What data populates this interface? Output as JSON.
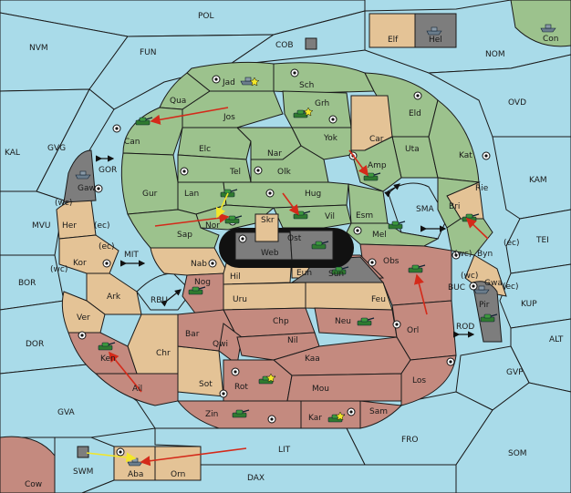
{
  "colors": {
    "sea": "#a9dbe9",
    "green_power": "#9cc28d",
    "tan_power": "#e4c396",
    "red_power": "#c48a7f",
    "impassable": "#7d7d7d",
    "order_red": "#d42a1a",
    "order_yellow": "#f2e62a"
  },
  "icons": {
    "army": "tank-icon",
    "fleet": "ship-icon",
    "supply_center": "supply-center-icon",
    "star": "star-icon",
    "bidirectional_link": "double-arrow-icon"
  },
  "labels": {
    "POL": "POL",
    "NVM": "NVM",
    "FUN": "FUN",
    "COB": "COB",
    "NOM": "NOM",
    "Con": "Con",
    "Elf": "Elf",
    "Hel": "Hel",
    "OVD": "OVD",
    "KAL": "KAL",
    "GVG": "GVG",
    "GOR": "GOR",
    "KAM": "KAM",
    "MVU": "MVU",
    "TEI": "TEI",
    "BOR": "BOR",
    "MIT": "MIT",
    "RBU": "RBU",
    "SMA": "SMA",
    "BUC": "BUC",
    "KUP": "KUP",
    "ROD": "ROD",
    "ALT": "ALT",
    "DOR": "DOR",
    "GVP": "GVP",
    "GVA": "GVA",
    "FRO": "FRO",
    "LIT": "LIT",
    "SOM": "SOM",
    "SWM": "SWM",
    "DAX": "DAX",
    "Cow": "Cow",
    "Jad": "Jad",
    "Sch": "Sch",
    "Qua": "Qua",
    "Jos": "Jos",
    "Grh": "Grh",
    "Can": "Can",
    "Eld": "Eld",
    "Yok": "Yok",
    "Car": "Car",
    "Elc": "Elc",
    "Nar": "Nar",
    "Uta": "Uta",
    "Kat": "Kat",
    "Amp": "Amp",
    "Tel": "Tel",
    "Olk": "Olk",
    "Gaw": "Gaw",
    "Gur": "Gur",
    "Lan": "Lan",
    "Hug": "Hug",
    "Rie": "Rie",
    "Bri": "Bri",
    "Esm": "Esm",
    "Vil": "Vil",
    "Nor": "Nor",
    "Skr": "Skr",
    "Her": "Her",
    "wc": "(wc)",
    "ec": "(ec)",
    "Ost": "Ost",
    "Mel": "Mel",
    "Sap": "Sap",
    "Web": "Web",
    "Kor": "Kor",
    "Byn": "Byn",
    "Nab": "Nab",
    "Hil": "Hil",
    "Eun": "Eun",
    "Sun": "Sun",
    "Obs": "Obs",
    "Gwa": "Gwa",
    "Nog": "Nog",
    "Ark": "Ark",
    "Uru": "Uru",
    "Feu": "Feu",
    "Pir": "Pir",
    "Ver": "Ver",
    "Chp": "Chp",
    "Neu": "Neu",
    "Bar": "Bar",
    "Qwi": "Qwi",
    "Nil": "Nil",
    "Orl": "Orl",
    "Ken": "Ken",
    "Chr": "Chr",
    "Kaa": "Kaa",
    "Ail": "Ail",
    "Sot": "Sot",
    "Rot": "Rot",
    "Mou": "Mou",
    "Los": "Los",
    "Zin": "Zin",
    "Kar": "Kar",
    "Sam": "Sam",
    "Aba": "Aba",
    "Orn": "Orn"
  }
}
